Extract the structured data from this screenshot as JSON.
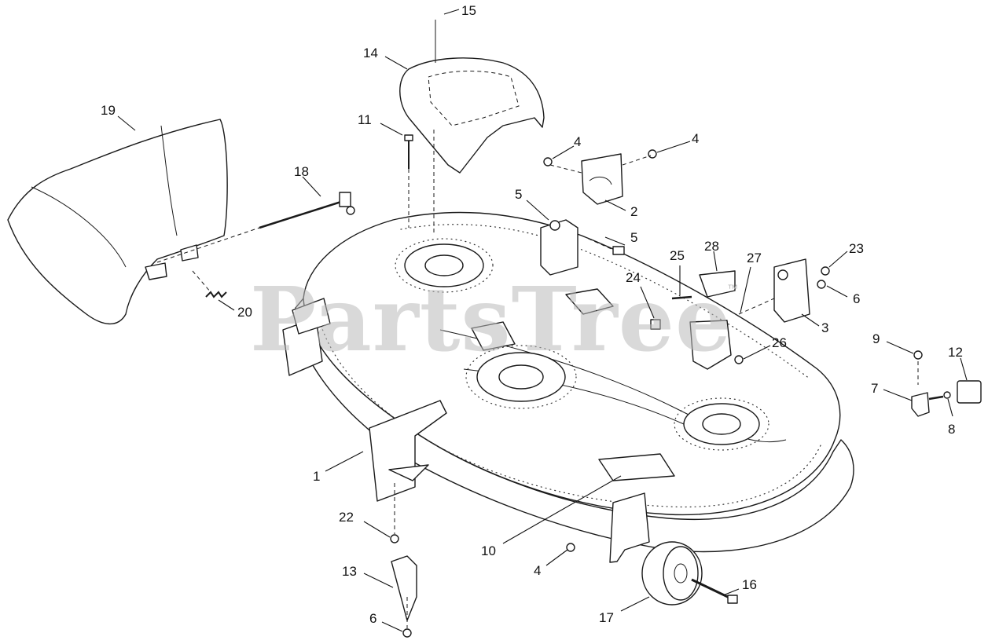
{
  "watermark": {
    "text": "PartsTree",
    "trademark": "™"
  },
  "callouts": [
    {
      "id": "c15",
      "label": "15"
    },
    {
      "id": "c14",
      "label": "14"
    },
    {
      "id": "c19",
      "label": "19"
    },
    {
      "id": "c11",
      "label": "11"
    },
    {
      "id": "c4a",
      "label": "4"
    },
    {
      "id": "c4b",
      "label": "4"
    },
    {
      "id": "c18",
      "label": "18"
    },
    {
      "id": "c5a",
      "label": "5"
    },
    {
      "id": "c2",
      "label": "2"
    },
    {
      "id": "c5b",
      "label": "5"
    },
    {
      "id": "c25",
      "label": "25"
    },
    {
      "id": "c28",
      "label": "28"
    },
    {
      "id": "c27",
      "label": "27"
    },
    {
      "id": "c23",
      "label": "23"
    },
    {
      "id": "c24",
      "label": "24"
    },
    {
      "id": "c6a",
      "label": "6"
    },
    {
      "id": "c20",
      "label": "20"
    },
    {
      "id": "c3",
      "label": "3"
    },
    {
      "id": "c9",
      "label": "9"
    },
    {
      "id": "c12",
      "label": "12"
    },
    {
      "id": "c26",
      "label": "26"
    },
    {
      "id": "c7",
      "label": "7"
    },
    {
      "id": "c8",
      "label": "8"
    },
    {
      "id": "c1",
      "label": "1"
    },
    {
      "id": "c22",
      "label": "22"
    },
    {
      "id": "c10",
      "label": "10"
    },
    {
      "id": "c4c",
      "label": "4"
    },
    {
      "id": "c13",
      "label": "13"
    },
    {
      "id": "c16",
      "label": "16"
    },
    {
      "id": "c17",
      "label": "17"
    },
    {
      "id": "c6b",
      "label": "6"
    }
  ]
}
